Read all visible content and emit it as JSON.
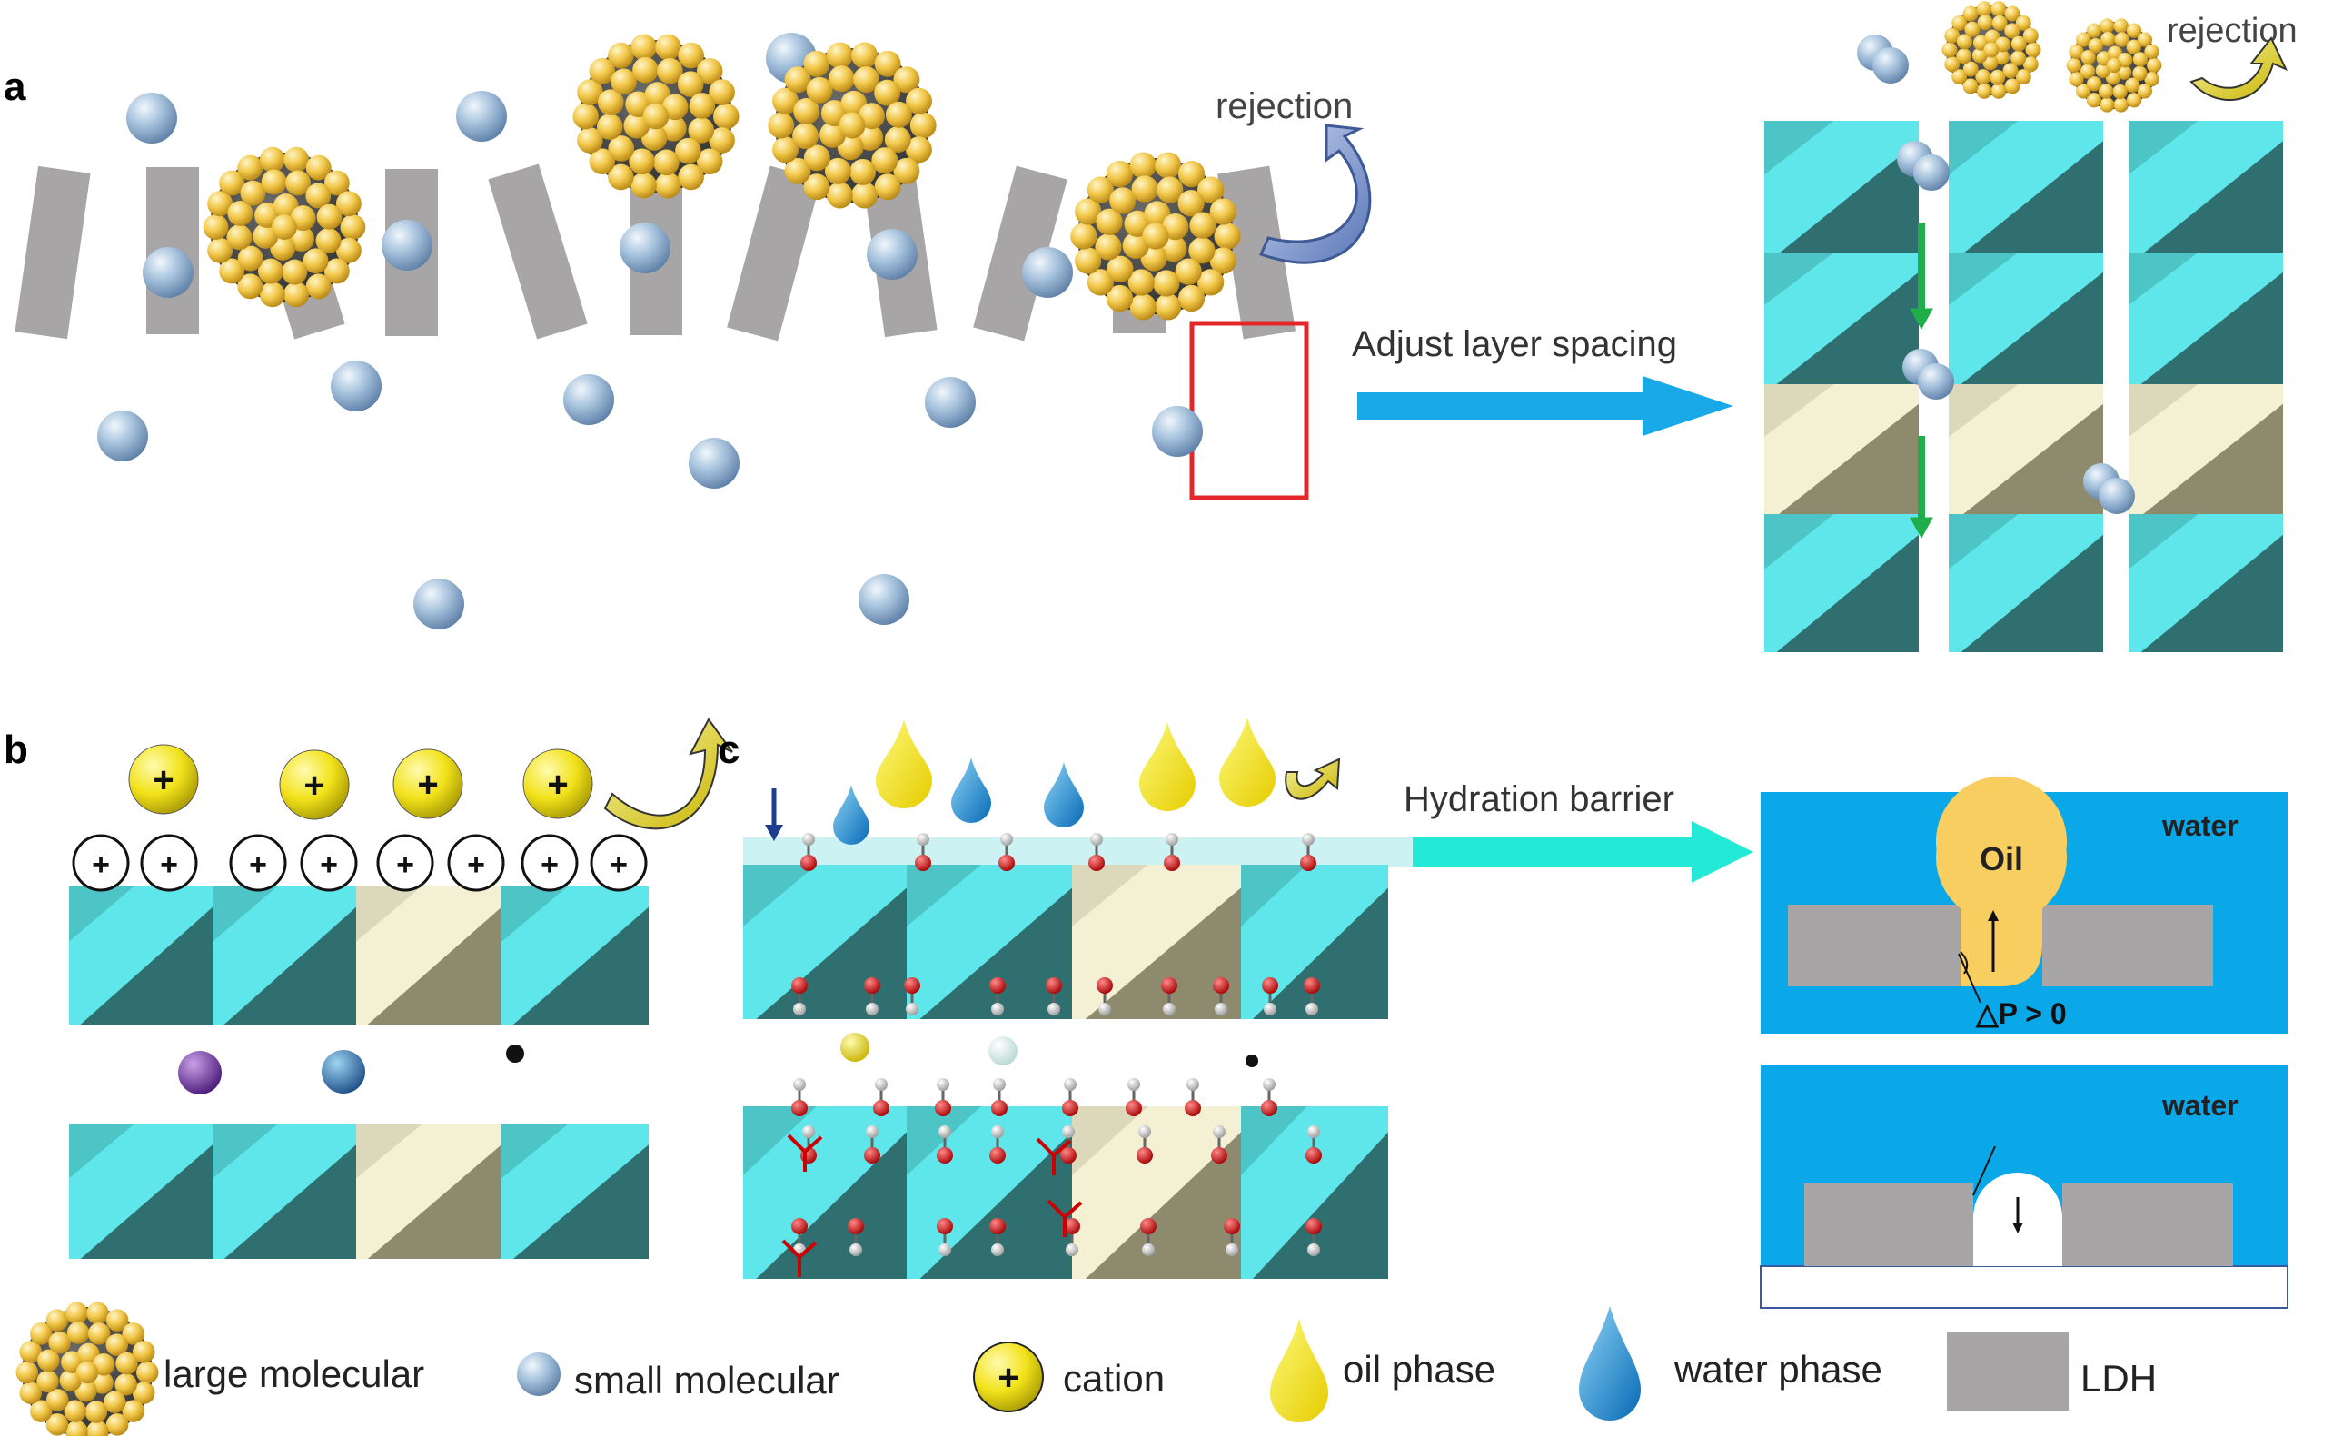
{
  "panels": {
    "a": {
      "label": "a",
      "rejection_left": "rejection",
      "rejection_right": "rejection",
      "arrow_label": "Adjust layer spacing"
    },
    "b": {
      "label": "b",
      "cation_symbol": "+"
    },
    "c": {
      "label": "c",
      "arrow_label": "Hydration barrier",
      "inset_top": {
        "water": "water",
        "oil": "Oil",
        "pressure": "△P > 0"
      },
      "inset_bottom": {
        "water": "water"
      }
    }
  },
  "legend": {
    "large": "large molecular",
    "small": "small molecular",
    "cation": "cation",
    "oil": "oil phase",
    "water": "water phase",
    "ldh": "LDH"
  },
  "colors": {
    "octa_light": "#5ee6ea",
    "octa_dark": "#2f6f6f",
    "octa_beige": "#f4f0d4",
    "octa_beige_dark": "#8e8a6e",
    "ldh_gray": "#a7a5a5",
    "inset_blue": "#0aa8e8",
    "oil": "#f8ce60",
    "arrow_blue": "#19a9e8",
    "arrow_teal": "#22ead6",
    "green_arrow": "#1fae4a",
    "highlight_box": "#e3262a"
  }
}
